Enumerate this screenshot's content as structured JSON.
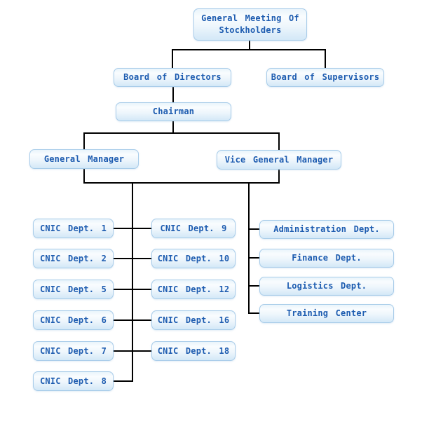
{
  "diagram": {
    "type": "org-chart",
    "title": "Company organization chart",
    "colors": {
      "background": "#ffffff",
      "box_border": "#a8cce9",
      "box_fill_top": "#e9f4fb",
      "box_fill_bottom": "#d3e8f7",
      "box_text": "#1d5cb0",
      "connector": "#000000"
    },
    "nodes": {
      "stockholders": "General Meeting Of Stockholders",
      "board_of_directors": "Board of Directors",
      "board_of_supervisors": "Board of Supervisors",
      "chairman": "Chairman",
      "general_manager": "General Manager",
      "vice_general_manager": "Vice General Manager",
      "cnic_dept_1": "CNIC Dept. 1",
      "cnic_dept_2": "CNIC Dept. 2",
      "cnic_dept_5": "CNIC Dept. 5",
      "cnic_dept_6": "CNIC Dept. 6",
      "cnic_dept_7": "CNIC Dept. 7",
      "cnic_dept_8": "CNIC Dept. 8",
      "cnic_dept_9": "CNIC Dept. 9",
      "cnic_dept_10": "CNIC Dept. 10",
      "cnic_dept_12": "CNIC Dept. 12",
      "cnic_dept_16": "CNIC Dept. 16",
      "cnic_dept_18": "CNIC Dept. 18",
      "administration_dept": "Administration Dept.",
      "finance_dept": "Finance Dept.",
      "logistics_dept": "Logistics Dept.",
      "training_center": "Training Center"
    },
    "edges": [
      {
        "from": "stockholders",
        "to": "board_of_directors"
      },
      {
        "from": "stockholders",
        "to": "board_of_supervisors"
      },
      {
        "from": "board_of_directors",
        "to": "chairman"
      },
      {
        "from": "chairman",
        "to": "general_manager"
      },
      {
        "from": "chairman",
        "to": "vice_general_manager"
      },
      {
        "from": "general_manager & vice_general_manager",
        "to": "cnic_dept_1"
      },
      {
        "from": "general_manager & vice_general_manager",
        "to": "cnic_dept_2"
      },
      {
        "from": "general_manager & vice_general_manager",
        "to": "cnic_dept_5"
      },
      {
        "from": "general_manager & vice_general_manager",
        "to": "cnic_dept_6"
      },
      {
        "from": "general_manager & vice_general_manager",
        "to": "cnic_dept_7"
      },
      {
        "from": "general_manager & vice_general_manager",
        "to": "cnic_dept_8"
      },
      {
        "from": "general_manager & vice_general_manager",
        "to": "cnic_dept_9"
      },
      {
        "from": "general_manager & vice_general_manager",
        "to": "cnic_dept_10"
      },
      {
        "from": "general_manager & vice_general_manager",
        "to": "cnic_dept_12"
      },
      {
        "from": "general_manager & vice_general_manager",
        "to": "cnic_dept_16"
      },
      {
        "from": "general_manager & vice_general_manager",
        "to": "cnic_dept_18"
      },
      {
        "from": "general_manager & vice_general_manager",
        "to": "administration_dept"
      },
      {
        "from": "general_manager & vice_general_manager",
        "to": "finance_dept"
      },
      {
        "from": "general_manager & vice_general_manager",
        "to": "logistics_dept"
      },
      {
        "from": "general_manager & vice_general_manager",
        "to": "training_center"
      }
    ]
  }
}
